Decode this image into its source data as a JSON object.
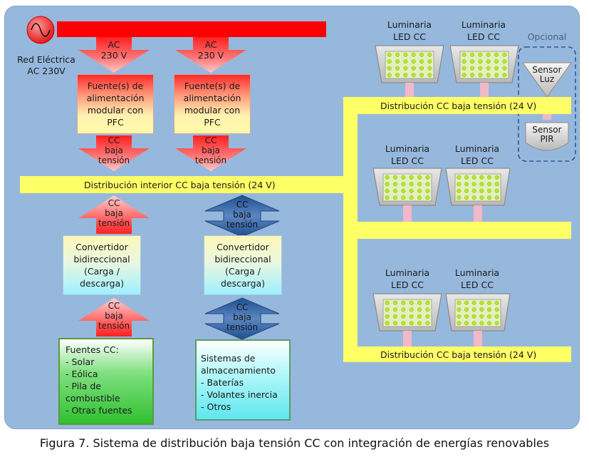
{
  "red": {
    "label_line1": "Red Eléctrica",
    "label_line2": "AC 230V"
  },
  "ac_arrows": [
    {
      "line1": "AC",
      "line2": "230 V"
    },
    {
      "line1": "AC",
      "line2": "230 V"
    }
  ],
  "psu_boxes": [
    {
      "lines": [
        "Fuente(s) de",
        "alimentación",
        "modular con",
        "PFC"
      ]
    },
    {
      "lines": [
        "Fuente(s) de",
        "alimentación",
        "modular con",
        "PFC"
      ]
    }
  ],
  "cc_arrows_top": [
    {
      "lines": [
        "CC",
        "baja",
        "tensión"
      ]
    },
    {
      "lines": [
        "CC",
        "baja",
        "tensión"
      ]
    }
  ],
  "interior_bus": {
    "label": "Distribución interior CC baja tensión (24 V)"
  },
  "cc_arrows_mid": [
    {
      "lines": [
        "CC",
        "baja",
        "tensión"
      ]
    },
    {
      "lines": [
        "CC",
        "baja",
        "tensión"
      ]
    }
  ],
  "converters": [
    {
      "lines": [
        "Convertidor",
        "bidireccional",
        "(Carga /",
        "descarga)"
      ]
    },
    {
      "lines": [
        "Convertidor",
        "bidireccional",
        "(Carga /",
        "descarga)"
      ]
    }
  ],
  "cc_arrows_bottom": [
    {
      "lines": [
        "CC",
        "baja",
        "tensión"
      ]
    },
    {
      "lines": [
        "CC",
        "baja",
        "tensión"
      ]
    }
  ],
  "sources_box": {
    "lines": [
      "Fuentes CC:",
      "- Solar",
      "- Eólica",
      "- Pila de",
      "combustible",
      "- Otras fuentes"
    ]
  },
  "storage_box": {
    "lines": [
      "Sistemas de",
      "almacenamiento",
      "- Baterías",
      "- Volantes inercia",
      "- Otros"
    ]
  },
  "luminaires": [
    {
      "line1": "Luminaria",
      "line2": "LED CC"
    },
    {
      "line1": "Luminaria",
      "line2": "LED CC"
    },
    {
      "line1": "Luminaria",
      "line2": "LED CC"
    },
    {
      "line1": "Luminaria",
      "line2": "LED CC"
    },
    {
      "line1": "Luminaria",
      "line2": "LED CC"
    },
    {
      "line1": "Luminaria",
      "line2": "LED CC"
    }
  ],
  "bus_top": {
    "label": "Distribución CC baja tensión (24 V)"
  },
  "bus_bottom": {
    "label": "Distribución CC baja tensión (24 V)"
  },
  "optional": {
    "label": "Opcional",
    "sensor_light": {
      "line1": "Sensor",
      "line2": "Luz"
    },
    "sensor_pir": {
      "line1": "Sensor",
      "line2": "PIR"
    }
  },
  "colors": {
    "panel": "#97b8dd",
    "bus": "#ffff66",
    "ac_line": "#ff0000",
    "blue_arrow": "#3c6aa8"
  },
  "caption": "Figura 7. Sistema de distribución baja tensión CC con integración de energías renovables"
}
